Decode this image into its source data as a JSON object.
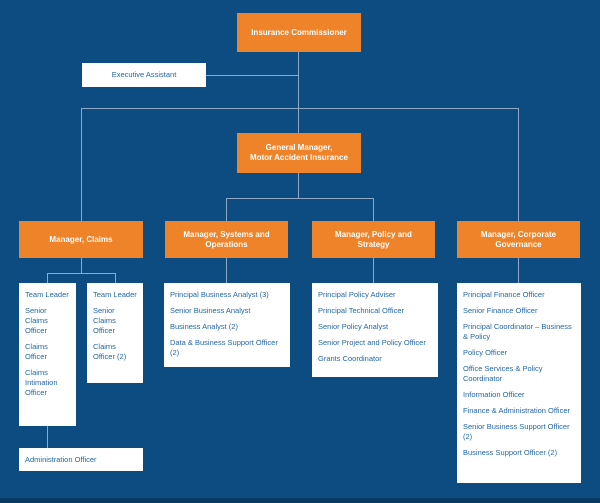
{
  "colors": {
    "background": "#0d4c80",
    "node_orange": "#ef8329",
    "node_white": "#ffffff",
    "text_on_orange": "#ffffff",
    "text_blue": "#2268a8",
    "connector_line": "#8fa8c5"
  },
  "org_chart": {
    "root": {
      "label": "Insurance Commissioner"
    },
    "assistant": {
      "label": "Executive Assistant"
    },
    "general_manager": {
      "label": "General Manager,\nMotor Accident Insurance"
    },
    "managers": {
      "claims": {
        "label": "Manager, Claims"
      },
      "systems": {
        "label": "Manager, Systems and\nOperations"
      },
      "policy": {
        "label": "Manager, Policy and\nStrategy"
      },
      "governance": {
        "label": "Manager, Corporate\nGovernance"
      }
    },
    "staff": {
      "claims_team_1": [
        "Team Leader",
        "Senior Claims Officer",
        "Claims Officer",
        "Claims Intimation Officer"
      ],
      "claims_team_2": [
        "Team Leader",
        "Senior Claims Officer",
        "Claims Officer (2)"
      ],
      "claims_admin": {
        "label": "Administration Officer"
      },
      "systems": [
        "Principal Business Analyst (3)",
        "Senior Business Analyst",
        "Business Analyst (2)",
        "Data & Business Support Officer (2)"
      ],
      "policy": [
        "Principal Policy Adviser",
        "Principal Technical Officer",
        "Senior Policy Analyst",
        "Senior Project and Policy Officer",
        "Grants Coordinator"
      ],
      "governance": [
        "Principal Finance Officer",
        "Senior Finance Officer",
        "Principal Coordinator – Business & Policy",
        "Policy Officer",
        "Office Services & Policy Coordinator",
        "Information Officer",
        "Finance & Administration Officer",
        "Senior Business Support Officer (2)",
        "Business Support Officer (2)"
      ]
    }
  }
}
